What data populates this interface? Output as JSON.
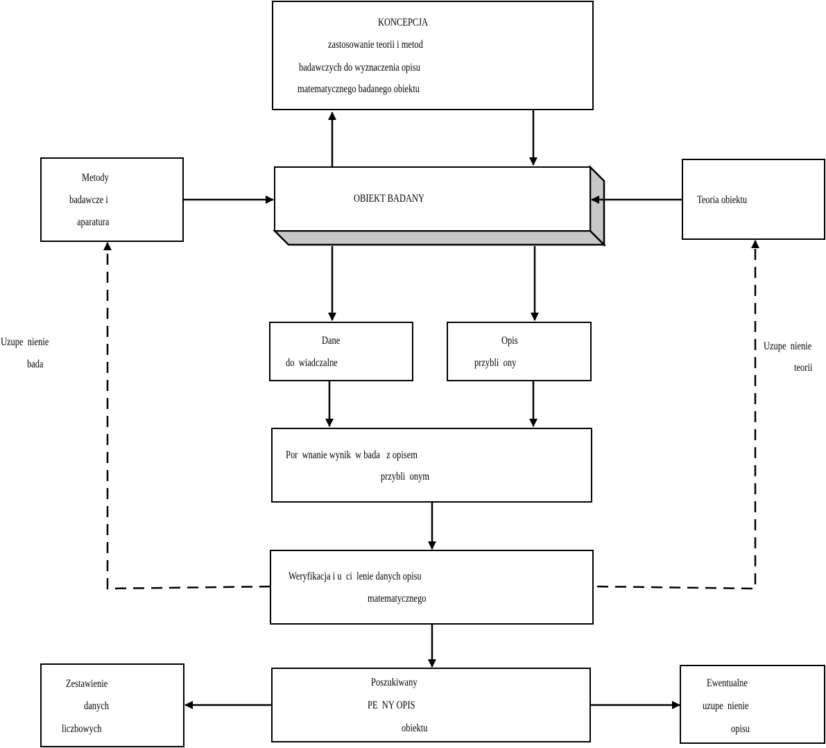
{
  "concept": {
    "title": "KONCEPCJA",
    "lines": [
      "zastosowanie teorii i metod",
      "badawczych do wyznaczenia opisu",
      "matematycznego badanego obiektu"
    ]
  },
  "methods": {
    "lines": [
      "Metody",
      "badawcze i",
      "aparatura"
    ]
  },
  "object": {
    "label": "OBIEKT BADANY"
  },
  "theory": {
    "label": "Teoria obiektu"
  },
  "data_box": {
    "lines": [
      "Dane",
      "do  wiadczalne"
    ]
  },
  "approx_box": {
    "lines": [
      "Opis",
      "przybli  ony"
    ]
  },
  "comparison": {
    "lines": [
      "Por  wnanie wynik  w bada   z opisem",
      "przybli  onym"
    ]
  },
  "verification": {
    "lines": [
      "Weryfikacja i u  ci  lenie danych opisu",
      "matematycznego"
    ]
  },
  "full_description": {
    "lines": [
      "Poszukiwany",
      "PE  NY OPIS",
      "obiektu"
    ]
  },
  "summary": {
    "lines": [
      "Zestawienie",
      "danych",
      "liczbowych"
    ]
  },
  "supplement": {
    "lines": [
      "Ewentualne",
      "uzupe  nienie",
      "opisu"
    ]
  },
  "left_note": {
    "lines": [
      "Uzupe  nienie",
      "bada"
    ]
  },
  "right_note": {
    "lines": [
      "Uzupe  nienie",
      "teorii"
    ]
  },
  "colors": {
    "stroke": "#000000",
    "shadow_face": "#c8c8c8",
    "background": "#ffffff"
  }
}
